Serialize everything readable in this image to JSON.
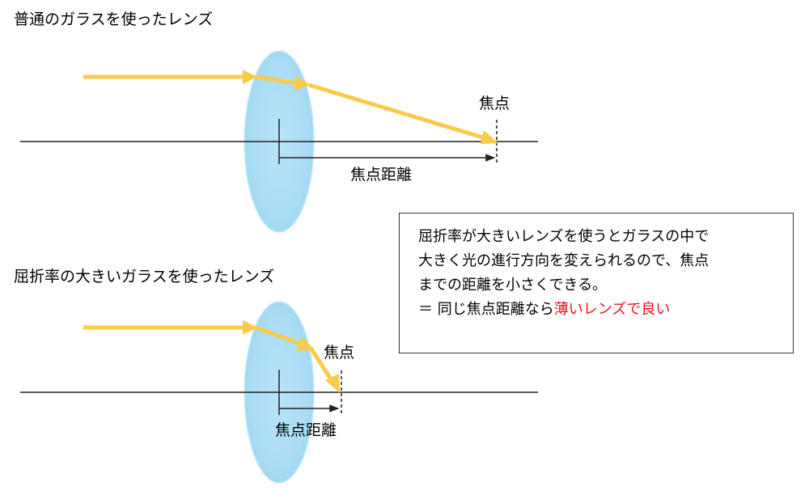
{
  "top_diagram": {
    "title": "普通のガラスを使ったレンズ",
    "focal_point_label": "焦点",
    "focal_length_label": "焦点距離"
  },
  "bottom_diagram": {
    "title": "屈折率の大きいガラスを使ったレンズ",
    "focal_point_label": "焦点",
    "focal_length_label": "焦点距離"
  },
  "note": {
    "line1": "屈折率が大きいレンズを使うとガラスの中で",
    "line2": "大きく光の進行方向を変えられるので、焦点",
    "line3": "までの距離を小さくできる。",
    "line4_prefix": "＝ 同じ焦点距離なら",
    "line4_highlight": "薄いレンズで良い"
  },
  "colors": {
    "lens_fill": "#a9dcf5",
    "lens_edge": "#c9ebfa",
    "ray": "#f9cb4b",
    "axis": "#222222",
    "highlight_text": "#e8141c"
  }
}
